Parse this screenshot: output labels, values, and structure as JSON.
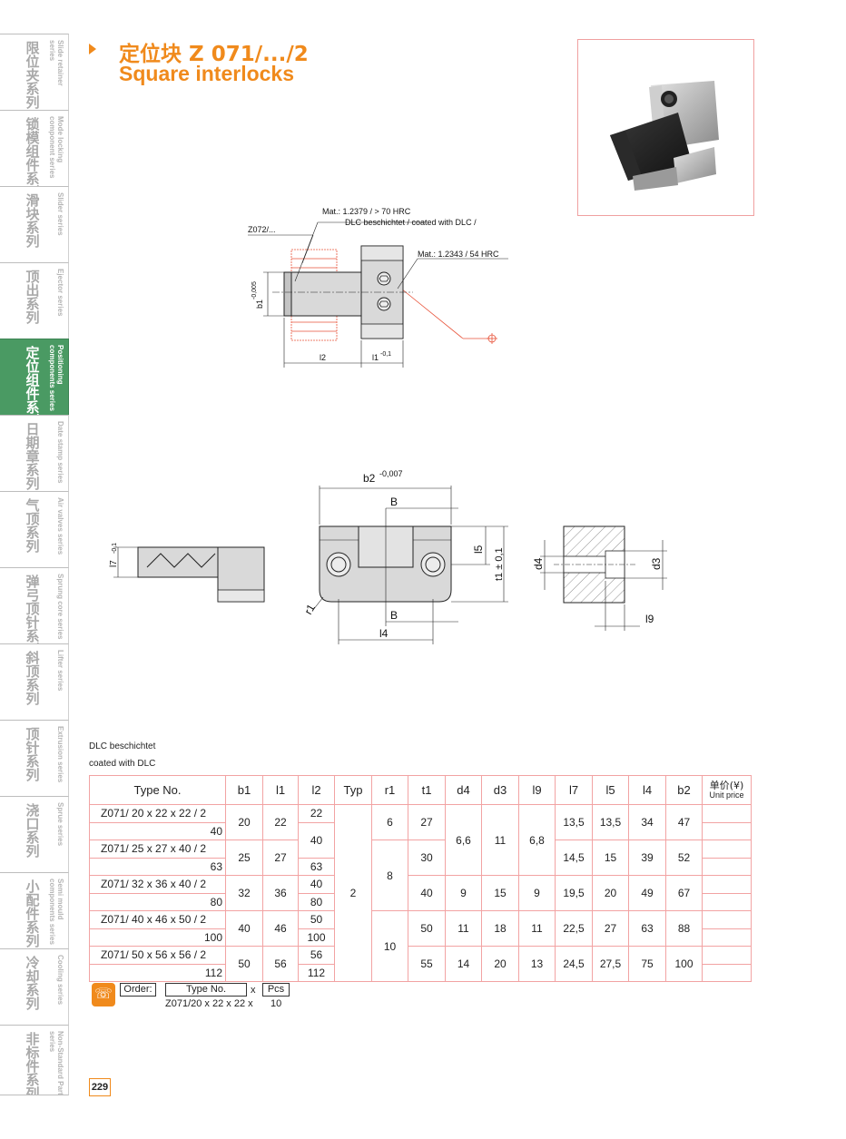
{
  "side_tabs": [
    {
      "zh": "限位夹系列",
      "en": "Slide retainer series",
      "active": false
    },
    {
      "zh": "锁模组件系列",
      "en": "Mode locking component series",
      "active": false
    },
    {
      "zh": "滑块系列",
      "en": "Slider series",
      "active": false
    },
    {
      "zh": "顶出系列",
      "en": "Ejector series",
      "active": false
    },
    {
      "zh": "定位组件系列",
      "en": "Positioning components series",
      "active": true
    },
    {
      "zh": "日期章系列",
      "en": "Date stamp series",
      "active": false
    },
    {
      "zh": "气顶系列",
      "en": "Air valves series",
      "active": false
    },
    {
      "zh": "弹弓顶针系列",
      "en": "Sprung core series",
      "active": false
    },
    {
      "zh": "斜顶系列",
      "en": "Lifter series",
      "active": false
    },
    {
      "zh": "顶针系列",
      "en": "Extrusion series",
      "active": false
    },
    {
      "zh": "浇口系列",
      "en": "Sprue series",
      "active": false
    },
    {
      "zh": "小配件系列",
      "en": "Semi mould components series",
      "active": false
    },
    {
      "zh": "冷却系列",
      "en": "Cooling series",
      "active": false
    },
    {
      "zh": "非标件系列",
      "en": "Non-Standard Parts series",
      "active": false
    }
  ],
  "title": {
    "zh": "定位块 Z 071/.../2",
    "en": "Square interlocks"
  },
  "drawing1": {
    "mat1": "Mat.: 1.2379 / > 70 HRC",
    "coating": "DLC beschichtet / coated with DLC /",
    "mat2": "Mat.: 1.2343 / 54 HRC",
    "part_ref": "Z072/...",
    "b1": "b1",
    "b1_tol": "-0,005",
    "l2": "l2",
    "l1": "l1",
    "l1_tol": "-0,1"
  },
  "drawing2": {
    "b2": "b2",
    "b2_tol": "-0,007",
    "B": "B",
    "l5": "l5",
    "t1": "t1 ± 0,1",
    "r1": "r1",
    "l4": "l4",
    "l7": "l7",
    "l7_tol": "-0,1",
    "d4": "d4",
    "d3": "d3",
    "l9": "l9"
  },
  "table": {
    "note1": "DLC beschichtet",
    "note2": "coated with DLC",
    "headers": [
      "Type No.",
      "b1",
      "l1",
      "l2",
      "Typ",
      "r1",
      "t1",
      "d4",
      "d3",
      "l9",
      "l7",
      "l5",
      "l4",
      "b2"
    ],
    "price_zh": "单价(¥)",
    "price_en": "Unit price",
    "type_rows": [
      "Z071/ 20 x 22 x   22  / 2",
      "40",
      "Z071/ 25 x 27 x   40  / 2",
      "63",
      "Z071/ 32 x 36 x   40  / 2",
      "80",
      "Z071/ 40 x 46 x   50  / 2",
      "100",
      "Z071/ 50 x 56 x   56  / 2",
      "112"
    ],
    "b1": [
      "20",
      "25",
      "32",
      "40",
      "50"
    ],
    "l1": [
      "22",
      "27",
      "36",
      "46",
      "56"
    ],
    "l2": [
      "22",
      "40",
      "63",
      "40",
      "80",
      "50",
      "100",
      "56",
      "112"
    ],
    "typ": "2",
    "r1": [
      "6",
      "8",
      "10"
    ],
    "t1": [
      "27",
      "30",
      "40",
      "50",
      "55"
    ],
    "d4": [
      "6,6",
      "9",
      "11",
      "14"
    ],
    "d3": [
      "11",
      "15",
      "18",
      "20"
    ],
    "l9": [
      "6,8",
      "9",
      "11",
      "13"
    ],
    "l7": [
      "13,5",
      "14,5",
      "19,5",
      "22,5",
      "24,5"
    ],
    "l5": [
      "13,5",
      "15",
      "20",
      "27",
      "27,5"
    ],
    "l4": [
      "34",
      "39",
      "49",
      "63",
      "75"
    ],
    "b2": [
      "47",
      "52",
      "67",
      "88",
      "100"
    ]
  },
  "order": {
    "label": "Order:",
    "type_no": "Type No.",
    "x": "x",
    "pcs": "Pcs",
    "example_type": "Z071/20 x 22 x 22  x",
    "example_pcs": "10"
  },
  "page_number": "229",
  "colors": {
    "accent": "#f08a1c",
    "active_tab": "#4a9a63",
    "grid": "#f2a3a3",
    "red_line": "#e8533a"
  }
}
